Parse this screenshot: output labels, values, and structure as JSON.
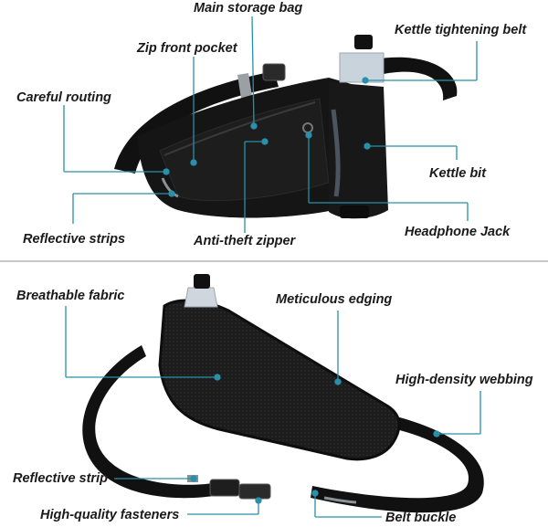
{
  "top_panel": {
    "labels": {
      "main_storage_bag": "Main storage bag",
      "zip_front_pocket": "Zip front pocket",
      "kettle_tightening_belt": "Kettle tightening belt",
      "careful_routing": "Careful routing",
      "kettle_bit": "Kettle bit",
      "reflective_strips": "Reflective strips",
      "anti_theft_zipper": "Anti-theft zipper",
      "headphone_jack": "Headphone Jack"
    }
  },
  "bottom_panel": {
    "labels": {
      "breathable_fabric": "Breathable fabric",
      "meticulous_edging": "Meticulous edging",
      "high_density_webbing": "High-density webbing",
      "reflective_strip": "Reflective strip",
      "high_quality_fasteners": "High-quality fasteners",
      "belt_buckle": "Belt buckle"
    }
  },
  "colors": {
    "bag": "#151515",
    "mesh": "#222222",
    "callout_line": "#2a8fa8",
    "divider": "#c8c8c8",
    "bottle": "#c9d3dc"
  }
}
